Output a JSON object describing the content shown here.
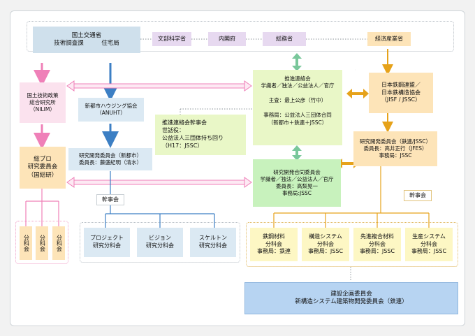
{
  "colors": {
    "blue_box": "#cfe0ec",
    "purple_box": "#e7d9f0",
    "green_box": "#e9f7c7",
    "green_box2": "#c8f2bd",
    "yellow_box": "#fdf7c4",
    "orange_box": "#fde4b8",
    "pink_box": "#fbe2ee",
    "light_blue_box": "#dbe9f3",
    "big_blue_box": "#b7d4f2",
    "arrow_blue": "#3c7fc4",
    "arrow_pink": "#ef80b8",
    "arrow_green": "#79c79b",
    "arrow_orange": "#e6a21a"
  },
  "mlit": {
    "line1": "国土交通省",
    "line2": "技術調査課　　　住宅局"
  },
  "ministries": [
    {
      "label": "文部科学省"
    },
    {
      "label": "内閣府"
    },
    {
      "label": "総務省"
    },
    {
      "label": "経済産業省"
    }
  ],
  "nilim": {
    "line1": "国土技術政策",
    "line2": "総合研究所",
    "line3": "（NILIM）"
  },
  "anuht": {
    "line1": "新都市ハウジング協会",
    "line2": "（ANUHT）"
  },
  "council": {
    "title": "推進連絡会",
    "members": "学識者／独法／公益法人／官庁",
    "chair": "主査：最上公彦（竹中）",
    "secretariat1": "事務局：公益法人三団体合同",
    "secretariat2": "（新都市＋鉄連＋JSSC）"
  },
  "jisf": {
    "line1": "日本鉄鋼連盟／",
    "line2": "日本鉄構造協会",
    "line3": "（JISF / JSSC）"
  },
  "executive": {
    "line1": "推進連絡会幹事会",
    "line2": "世話役：",
    "line3": "公益法人三団体持ち回り",
    "line4": "（H17：JSSC）"
  },
  "r_and_d_left": {
    "line1": "研究開発委員会（新都市）",
    "line2": "委員長：藤盛紀明（清水）"
  },
  "r_and_d_right": {
    "line1": "研究開発委員会（鉄連/JSSC）",
    "line2": "委員長：高井正行（JFES）",
    "line3": "事務局：JSSC"
  },
  "joint": {
    "title": "研究開発合同委員会",
    "members": "学識者／独法／公益法人／官庁",
    "chair": "委員長：高梨晃一",
    "secretariat": "事務局:JSSC"
  },
  "sogo": {
    "line1": "総プロ",
    "line2": "研究委員会",
    "line3": "（国総研）"
  },
  "kanjikai_left": "幹事会",
  "kanjikai_right": "幹事会",
  "bunkakai_small": [
    {
      "text": "分科会"
    },
    {
      "text": "分科会"
    },
    {
      "text": "分科会"
    }
  ],
  "bunkakai_left": [
    {
      "line1": "プロジェクト",
      "line2": "研究分科会"
    },
    {
      "line1": "ビジョン",
      "line2": "研究分科会"
    },
    {
      "line1": "スケルトン",
      "line2": "研究分科会"
    }
  ],
  "bunkakai_right": [
    {
      "line1": "鉄鋼材料",
      "line2": "分科会",
      "line3": "事務局：鉄連"
    },
    {
      "line1": "構造システム",
      "line2": "分科会",
      "line3": "事務局：JSSC"
    },
    {
      "line1": "先進複合材料",
      "line2": "分科会",
      "line3": "事務局：JSSC"
    },
    {
      "line1": "生産システム",
      "line2": "分科会",
      "line3": "事務局：JSSC"
    }
  ],
  "construction": {
    "line1": "建設企画委員会",
    "line2": "新構造システム建築物開発委員会（鉄連）"
  }
}
